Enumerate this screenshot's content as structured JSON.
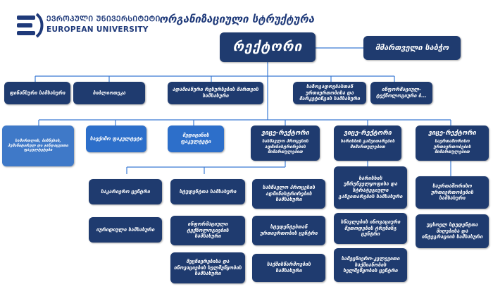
{
  "logo": {
    "georgian": "ᲔᲕᲠᲝᲞᲣᲚᲘ ᲣᲜᲘᲕᲔᲠᲡᲘᲢᲔᲢᲘ",
    "english": "EUROPEAN UNIVERSITY"
  },
  "title": "ორგანიზაციული სტრუქტურა",
  "nodes": {
    "rector": "რექტორი",
    "board": "მმართველი საბჭო",
    "finance": "ფინანსური სამსახური",
    "library": "ბიბლიოთეკა",
    "hr": "ადამიანური რესურსების მართვის სამსახური",
    "quality": "საზოგადოებასთან ურთიერთობისა და მარკეტინგის სამსახური",
    "it": "ინფორმაციულ-ტექნოლოგიური ბ...",
    "faculties_admin": "სამართლის, ბიზნესის, ჰუმანიტარულ და ჯანდაცვითი ფაკულტეტები",
    "faculty_health": "საექიმო ფაკულტეტი",
    "faculty_medicine": "მედიცინის ფაკულტეტი",
    "vp1_title": "ვიცე-რექტორი",
    "vp1_sub": "სასწავლო პროცესის ადმინისტრირების მიმართულებით",
    "vp2_title": "ვიცე-რექტორი",
    "vp2_sub": "ხარისხის განვითარების მიმართულებით",
    "vp3_title": "ვიცე-რექტორი",
    "vp3_sub": "საერთაშორისო ურთიერთობების მიმართულებით",
    "career": "საკარიერო ცენტრი",
    "registry": "სტუდენტთა სამსახური",
    "legal": "იურიდიული სამსახური",
    "infra": "ინფორმაციული ტექნოლოგიების სამსახური",
    "research": "მეცნიერებისა და ინოვაციების ხელშეწყობის სამსახური",
    "study_admin": "სასწავლო პროცესის ადმინისტრირების სამსახური",
    "student_services": "სტუდენტებთან ურთიერთობის ცენტრი",
    "archive": "საქმისწარმოების სამსახური",
    "quality_service": "ხარისხის უზრუნველყოფისა და სტრატეგიული განვითარების სამსახური",
    "mobility": "სწავლების ინოვაციური მეთოდების ტრენინგ ცენტრი",
    "lifelong": "სამეცნიერო-კვლევითი საქმიანობის ხელშეწყობის ცენტრი",
    "intl_rel": "საერთაშორისო ურთიერთობების სამსახური",
    "foreign_students": "უცხოელ სტუდენტთა მიღებისა და ინტეგრაციის სამსახური"
  },
  "colors": {
    "dark": "#1f3b6f",
    "light": "#2d6fca",
    "line": "#3b7bd4"
  }
}
